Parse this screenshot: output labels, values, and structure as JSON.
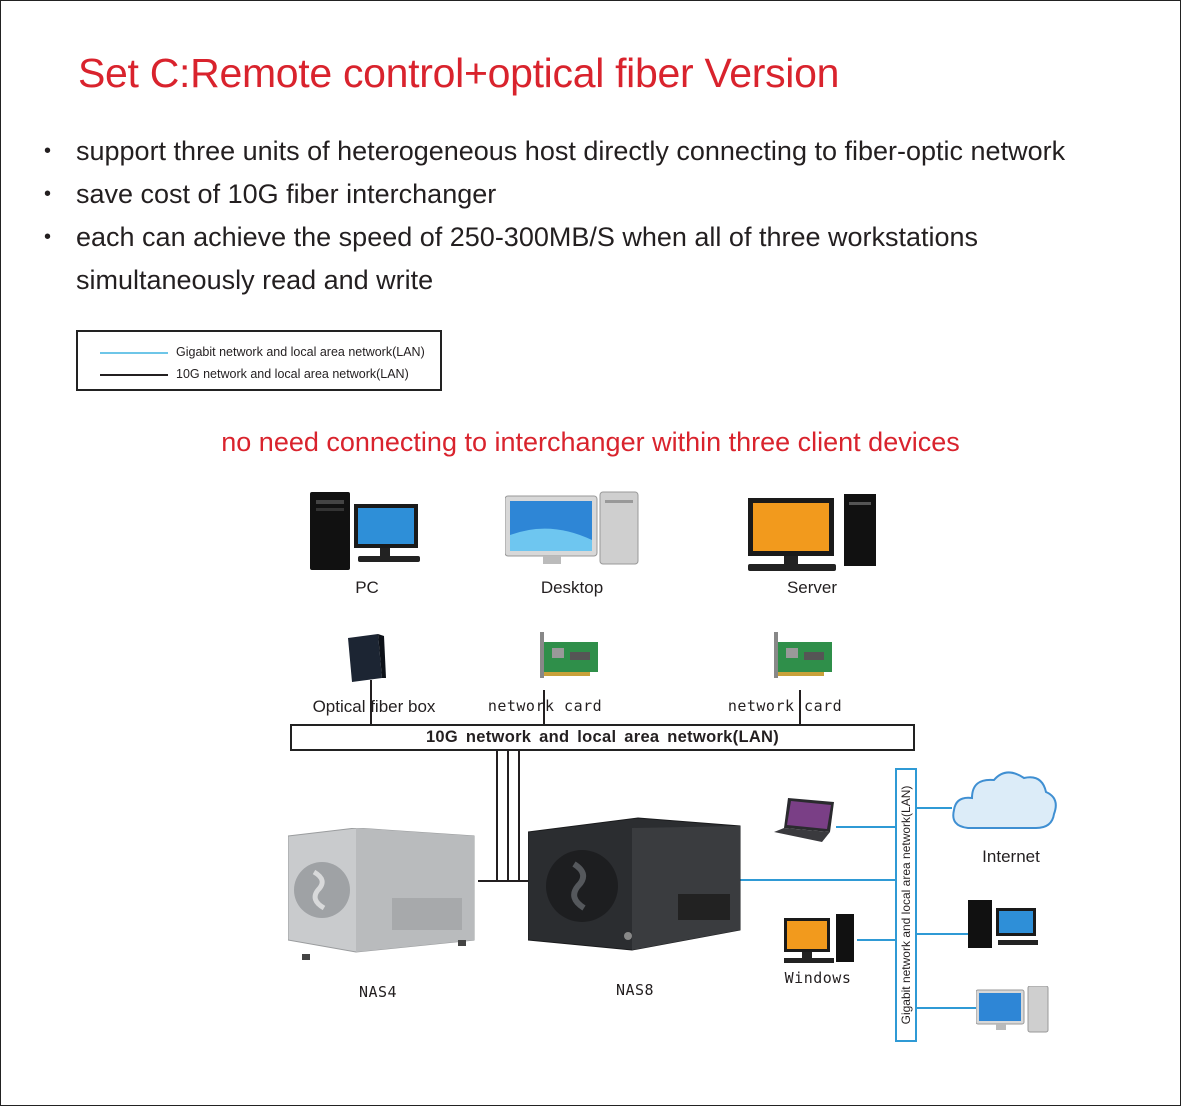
{
  "title": "Set C:Remote control+optical fiber Version",
  "bullets": [
    "support three units of heterogeneous host directly connecting to fiber-optic network",
    "save cost of 10G fiber interchanger",
    "each can achieve the speed of 250-300MB/S when all of three workstations",
    "simultaneously read and write"
  ],
  "legend": {
    "gigabit": "Gigabit network and local area network(LAN)",
    "tengig": "10G network and local area network(LAN)",
    "gigabit_color": "#6ec6e8",
    "tengig_color": "#231f20"
  },
  "subtitle": "no need connecting to interchanger within three client devices",
  "clients": {
    "pc": "PC",
    "desktop": "Desktop",
    "server": "Server"
  },
  "adapters": {
    "fiber_box": "Optical fiber box",
    "network_card_1": "network card",
    "network_card_2": "network card"
  },
  "lan_bar": "10G network and local area network(LAN)",
  "nas": {
    "nas4": "NAS4",
    "nas8": "NAS8"
  },
  "gigabit_bar": "Gigabit network and local area network(LAN)",
  "right_side": {
    "internet": "Internet",
    "windows": "Windows"
  },
  "colors": {
    "title_red": "#d9232d",
    "link_blue": "#2f9ad5"
  }
}
